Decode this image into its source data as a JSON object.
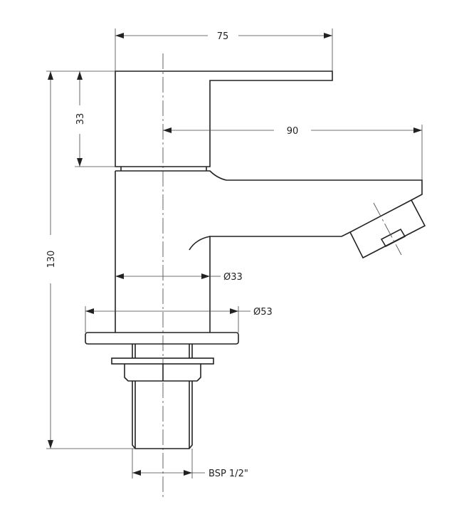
{
  "drawing": {
    "title": "Basin pillar tap dimension drawing",
    "dimensions": {
      "overall_width": "75",
      "spout_reach": "90",
      "handle_height": "33",
      "overall_height": "130",
      "body_diameter": "Ø33",
      "base_diameter": "Ø53",
      "thread": "BSP 1/2\""
    },
    "colors": {
      "line": "#222222",
      "background": "#ffffff"
    }
  }
}
